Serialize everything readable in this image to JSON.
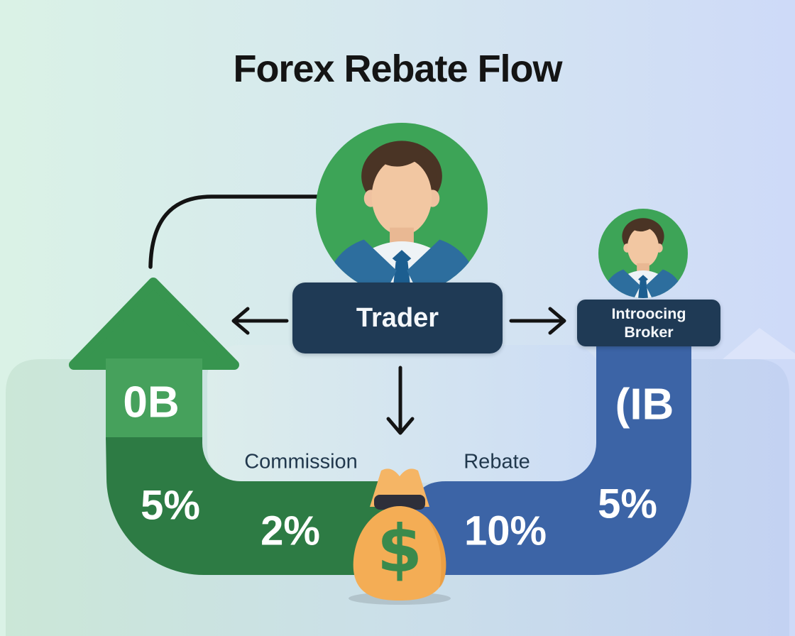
{
  "title": "Forex Rebate Flow",
  "nodes": {
    "trader": {
      "label": "Trader"
    },
    "introducing_broker": {
      "label_line1": "Introocing",
      "label_line2": "Broker"
    }
  },
  "commission_flow": {
    "arrow_label": "0B",
    "caption": "Commission",
    "curve_percent": "5%",
    "band_percent": "2%"
  },
  "rebate_flow": {
    "band_label": "(IB",
    "caption": "Rebate",
    "band_percent": "10%",
    "curve_percent": "5%"
  },
  "money_bag": {
    "symbol": "$"
  },
  "icons": {
    "trader_avatar": "person-icon",
    "broker_avatar": "person-icon",
    "money_bag": "money-bag-icon",
    "up_arrow": "green-up-arrow-icon",
    "left_arrow": "black-left-arrow-icon",
    "right_arrow": "black-right-arrow-icon",
    "down_arrow": "black-down-arrow-icon",
    "connector": "curved-connector-line"
  },
  "colors": {
    "background_left": "#daf2e6",
    "background_right": "#cedaf8",
    "panel": "#d5e4f2",
    "arrow_green_light": "#46a15c",
    "arrow_green_dark": "#37954f",
    "band_green": "#2d7b44",
    "band_blue": "#3c64a6",
    "node_navy": "#1f3a55",
    "avatar_green": "#3da457",
    "bag_orange": "#f4ad55",
    "dollar_green": "#3a8a4c"
  }
}
